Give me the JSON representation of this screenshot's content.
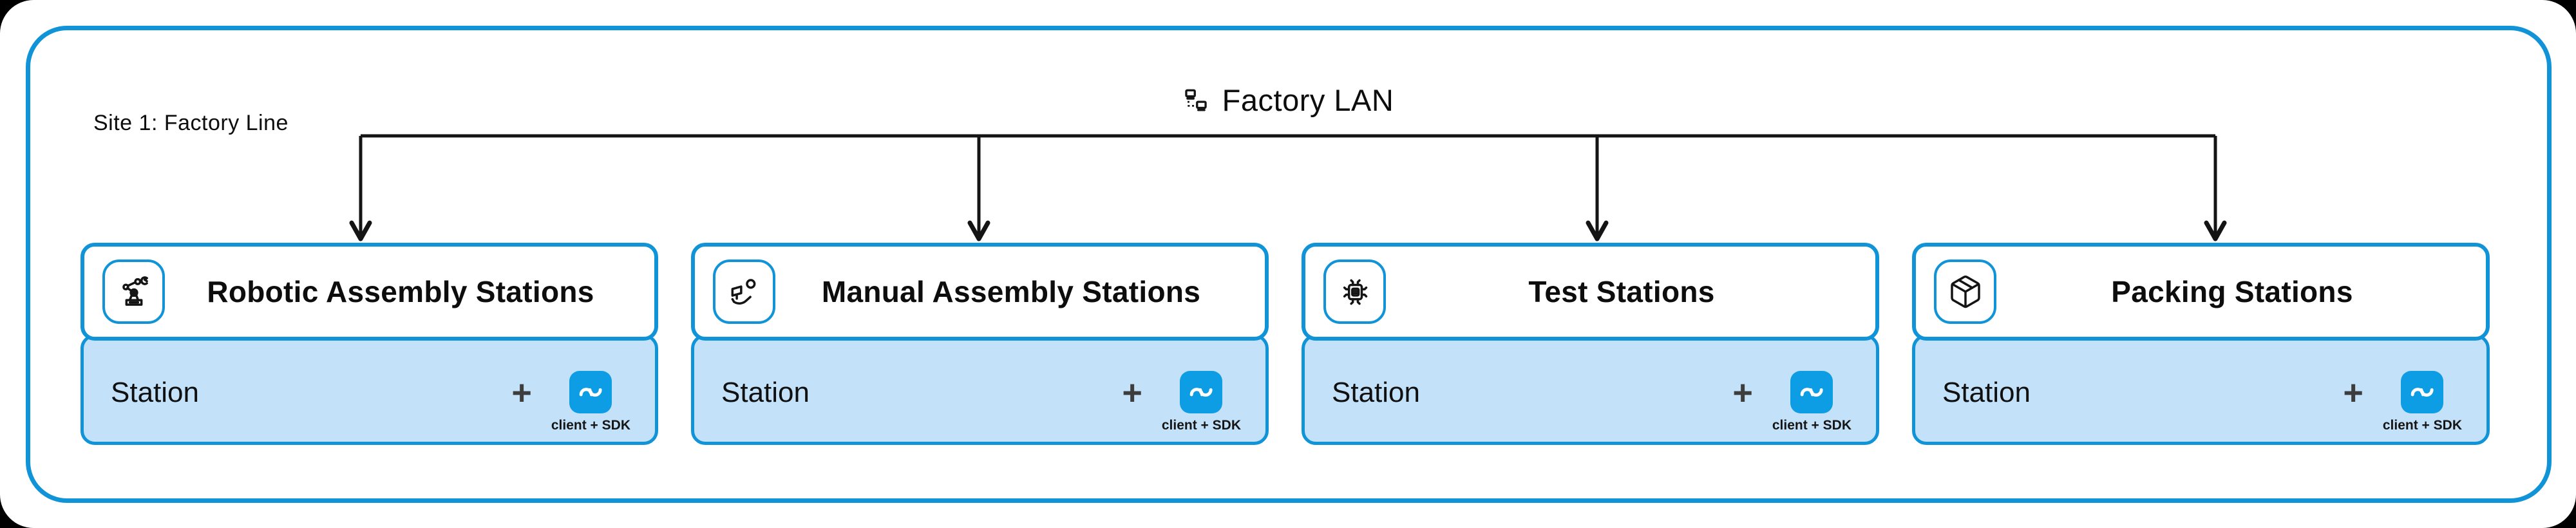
{
  "site": {
    "label": "Site 1: Factory Line"
  },
  "network": {
    "title": "Factory LAN",
    "icon": "lan-nodes-icon"
  },
  "colors": {
    "background": "#000000",
    "frame_border": "#1193d8",
    "card_border": "#1193d8",
    "station_fill": "#c3e1f8",
    "badge_blue": "#0d9de4",
    "connector": "#141414",
    "text": "#0d0d0d",
    "plus_gray": "#3d3d3d"
  },
  "stations": [
    {
      "icon": "robot-arm-icon",
      "title": "Robotic Assembly Stations",
      "row": {
        "label": "Station",
        "plus": "+",
        "badge_icon": "wave-logo-icon",
        "caption": "client + SDK"
      }
    },
    {
      "icon": "hand-assembly-icon",
      "title": "Manual Assembly Stations",
      "row": {
        "label": "Station",
        "plus": "+",
        "badge_icon": "wave-logo-icon",
        "caption": "client + SDK"
      }
    },
    {
      "icon": "chip-test-icon",
      "title": "Test Stations",
      "row": {
        "label": "Station",
        "plus": "+",
        "badge_icon": "wave-logo-icon",
        "caption": "client + SDK"
      }
    },
    {
      "icon": "package-icon",
      "title": "Packing Stations",
      "row": {
        "label": "Station",
        "plus": "+",
        "badge_icon": "wave-logo-icon",
        "caption": "client + SDK"
      }
    }
  ]
}
